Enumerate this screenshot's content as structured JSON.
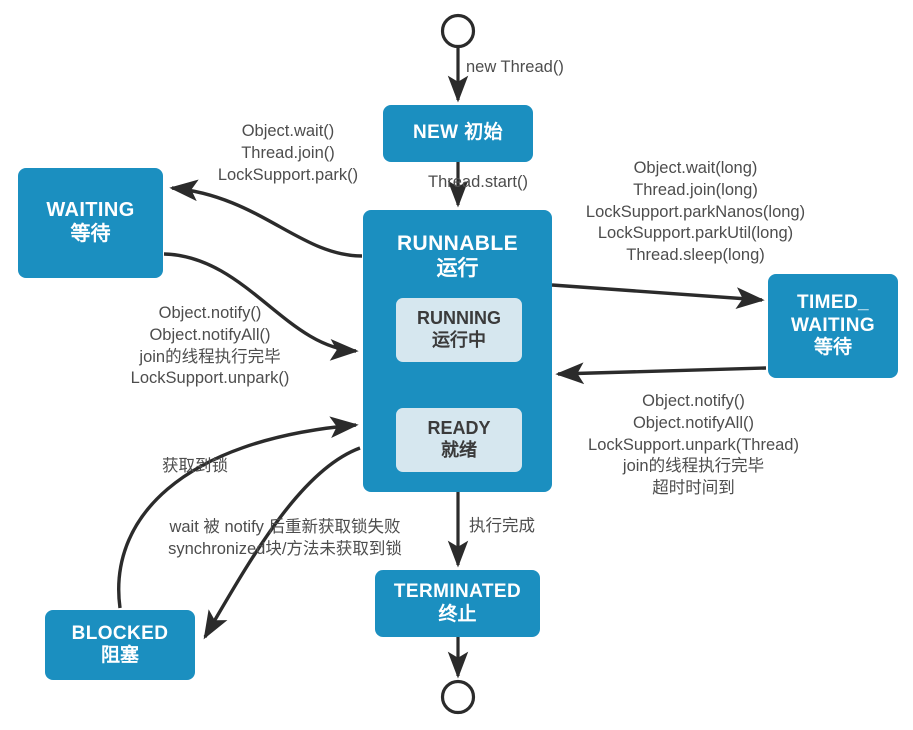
{
  "diagram": {
    "title": "Java Thread State Machine",
    "colors": {
      "state_fill": "#1b8fc0",
      "inner_fill": "#d6e7ef",
      "arrow": "#2b2b2b",
      "inner_arrow": "#f5f53c",
      "label_text": "#4d4d4d",
      "background": "#ffffff"
    },
    "nodes": {
      "start": {
        "name": "start-node",
        "shape": "circle"
      },
      "end": {
        "name": "end-node",
        "shape": "circle"
      },
      "new": {
        "en": "NEW",
        "cn": "初始",
        "combined": "NEW 初始"
      },
      "runnable": {
        "en": "RUNNABLE",
        "cn": "运行"
      },
      "running": {
        "en": "RUNNING",
        "cn": "运行中"
      },
      "ready": {
        "en": "READY",
        "cn": "就绪"
      },
      "waiting": {
        "en": "WAITING",
        "cn": "等待"
      },
      "timed_waiting": {
        "en1": "TIMED_",
        "en2": "WAITING",
        "cn": "等待"
      },
      "blocked": {
        "en": "BLOCKED",
        "cn": "阻塞"
      },
      "terminated": {
        "en": "TERMINATED",
        "cn": "终止"
      }
    },
    "edge_labels": {
      "new_thread": "new Thread()",
      "thread_start": "Thread.start()",
      "to_waiting": "Object.wait()\nThread.join()\nLockSupport.park()",
      "from_waiting": "Object.notify()\nObject.notifyAll()\njoin的线程执行完毕\nLockSupport.unpark()",
      "to_timed_waiting": "Object.wait(long)\nThread.join(long)\nLockSupport.parkNanos(long)\nLockSupport.parkUtil(long)\nThread.sleep(long)",
      "from_timed_waiting": "Object.notify()\nObject.notifyAll()\nLockSupport.unpark(Thread)\njoin的线程执行完毕\n超时时间到",
      "from_blocked": "获取到锁",
      "to_blocked": "wait 被 notify 后重新获取锁失败\nsynchronized块/方法未获取到锁",
      "to_terminated": "执行完成"
    }
  }
}
